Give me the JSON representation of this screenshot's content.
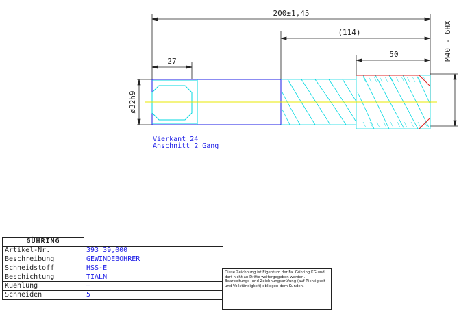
{
  "dimensions": {
    "overall_length": "200±1,45",
    "fluted_length": "(114)",
    "square_length": "27",
    "thread_length": "50",
    "shank_diameter": "ø32h9",
    "thread_size": "M40 - 6HX"
  },
  "notes": [
    "Vierkant 24",
    "Anschnitt 2 Gang"
  ],
  "title_block": {
    "logo": "GÜHRING",
    "rows": [
      {
        "label": "Artikel-Nr.",
        "value": "393 39,000"
      },
      {
        "label": "Beschreibung",
        "value": "GEWINDEBOHRER"
      },
      {
        "label": "Schneidstoff",
        "value": "HSS-E"
      },
      {
        "label": "Beschichtung",
        "value": "TIALN"
      },
      {
        "label": "Kuehlung",
        "value": "—"
      },
      {
        "label": "Schneiden",
        "value": "5"
      }
    ]
  },
  "disclaimer": "Diese Zeichnung ist Eigentum der Fa. Gühring KG und darf nicht an Dritte weitergegeben werden. Bearbeitungs- und Zeichnungsprüfung (auf Richtigkeit und Vollständigkeit) obliegen dem Kunden.",
  "colors": {
    "outline": "#1a1ae6",
    "tool": "#00d8e0",
    "centerline": "#e8e800",
    "chamfer": "#e02020",
    "dimension": "#222222"
  }
}
